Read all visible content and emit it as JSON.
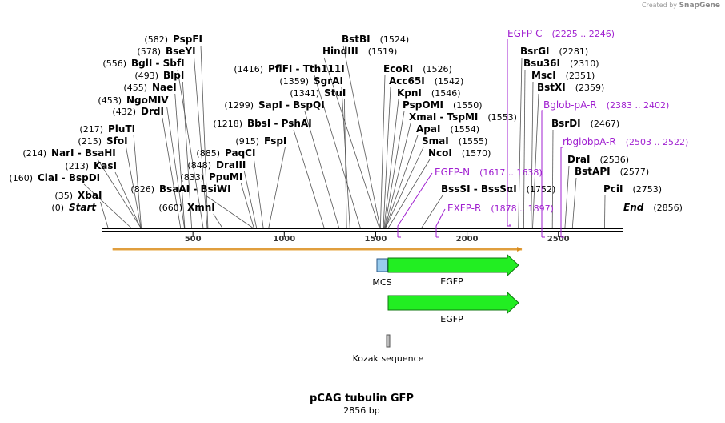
{
  "watermark": {
    "prefix": "Created by",
    "brand": "SnapGene"
  },
  "plasmid": {
    "name": "pCAG tubulin GFP",
    "length_label": "2856 bp",
    "length": 2856
  },
  "ruler": {
    "ticks": [
      500,
      1000,
      1500,
      2000,
      2500
    ]
  },
  "sites": [
    {
      "name": "Start",
      "pos": 0,
      "label": "(0)",
      "italic": true
    },
    {
      "name": "XbaI",
      "pos": 35,
      "label": "(35)"
    },
    {
      "name": "ClaI - BspDI",
      "pos": 160,
      "label": "(160)"
    },
    {
      "name": "KasI",
      "pos": 213,
      "label": "(213)"
    },
    {
      "name": "NarI - BsaHI",
      "pos": 214,
      "label": "(214)"
    },
    {
      "name": "SfoI",
      "pos": 215,
      "label": "(215)"
    },
    {
      "name": "PluTI",
      "pos": 217,
      "label": "(217)"
    },
    {
      "name": "DrdI",
      "pos": 432,
      "label": "(432)"
    },
    {
      "name": "NgoMIV",
      "pos": 453,
      "label": "(453)"
    },
    {
      "name": "NaeI",
      "pos": 455,
      "label": "(455)"
    },
    {
      "name": "BlpI",
      "pos": 493,
      "label": "(493)"
    },
    {
      "name": "BglI - SbfI",
      "pos": 556,
      "label": "(556)"
    },
    {
      "name": "BseYI",
      "pos": 578,
      "label": "(578)"
    },
    {
      "name": "PspFI",
      "pos": 582,
      "label": "(582)"
    },
    {
      "name": "XmnI",
      "pos": 660,
      "label": "(660)"
    },
    {
      "name": "BsaAI - BsiWI",
      "pos": 826,
      "label": "(826)"
    },
    {
      "name": "PpuMI",
      "pos": 833,
      "label": "(833)"
    },
    {
      "name": "DraIII",
      "pos": 848,
      "label": "(848)"
    },
    {
      "name": "PaqCI",
      "pos": 885,
      "label": "(885)"
    },
    {
      "name": "FspI",
      "pos": 915,
      "label": "(915)"
    },
    {
      "name": "BbsI - PshAI",
      "pos": 1218,
      "label": "(1218)"
    },
    {
      "name": "SapI - BspQI",
      "pos": 1299,
      "label": "(1299)"
    },
    {
      "name": "StuI",
      "pos": 1341,
      "label": "(1341)"
    },
    {
      "name": "SgrAI",
      "pos": 1359,
      "label": "(1359)"
    },
    {
      "name": "PflFI - Tth111I",
      "pos": 1416,
      "label": "(1416)"
    },
    {
      "name": "HindIII",
      "pos": 1519,
      "label": "(1519)"
    },
    {
      "name": "BstBI",
      "pos": 1524,
      "label": "(1524)"
    },
    {
      "name": "EcoRI",
      "pos": 1526,
      "label": "(1526)"
    },
    {
      "name": "Acc65I",
      "pos": 1542,
      "label": "(1542)"
    },
    {
      "name": "KpnI",
      "pos": 1546,
      "label": "(1546)"
    },
    {
      "name": "PspOMI",
      "pos": 1550,
      "label": "(1550)"
    },
    {
      "name": "XmaI - TspMI",
      "pos": 1553,
      "label": "(1553)"
    },
    {
      "name": "ApaI",
      "pos": 1554,
      "label": "(1554)"
    },
    {
      "name": "SmaI",
      "pos": 1555,
      "label": "(1555)"
    },
    {
      "name": "NcoI",
      "pos": 1570,
      "label": "(1570)"
    },
    {
      "name": "BssSI - BssSαI",
      "pos": 1752,
      "label": "(1752)"
    },
    {
      "name": "Bsu36I",
      "pos": 2310,
      "label": "(2310)"
    },
    {
      "name": "BsrGI",
      "pos": 2281,
      "label": "(2281)"
    },
    {
      "name": "MscI",
      "pos": 2351,
      "label": "(2351)"
    },
    {
      "name": "BstXI",
      "pos": 2359,
      "label": "(2359)"
    },
    {
      "name": "BsrDI",
      "pos": 2467,
      "label": "(2467)"
    },
    {
      "name": "DraI",
      "pos": 2536,
      "label": "(2536)"
    },
    {
      "name": "BstAPI",
      "pos": 2577,
      "label": "(2577)"
    },
    {
      "name": "PciI",
      "pos": 2753,
      "label": "(2753)"
    },
    {
      "name": "End",
      "pos": 2856,
      "label": "(2856)",
      "italic": true
    }
  ],
  "primers": [
    {
      "name": "EGFP-C",
      "range": "(2225 .. 2246)"
    },
    {
      "name": "Bglob-pA-R",
      "range": "(2383 .. 2402)"
    },
    {
      "name": "rbglobpA-R",
      "range": "(2503 .. 2522)"
    },
    {
      "name": "EGFP-N",
      "range": "(1617 .. 1638)"
    },
    {
      "name": "EXFP-R",
      "range": "(1878 .. 1897)"
    }
  ],
  "features": [
    {
      "name": "MCS",
      "type": "misc",
      "start": 1519,
      "end": 1580
    },
    {
      "name": "EGFP",
      "type": "cds",
      "start": 1581,
      "end": 2300
    },
    {
      "name": "EGFP",
      "type": "cds",
      "start": 1581,
      "end": 2300
    },
    {
      "name": "Kozak sequence",
      "type": "kozak",
      "start": 1570,
      "end": 1580
    }
  ],
  "colors": {
    "primer": "#a020d0",
    "cds": "#22ee22",
    "mcs": "#99ccee",
    "orf_line": "#d98c1e",
    "backbone": "#000000"
  }
}
